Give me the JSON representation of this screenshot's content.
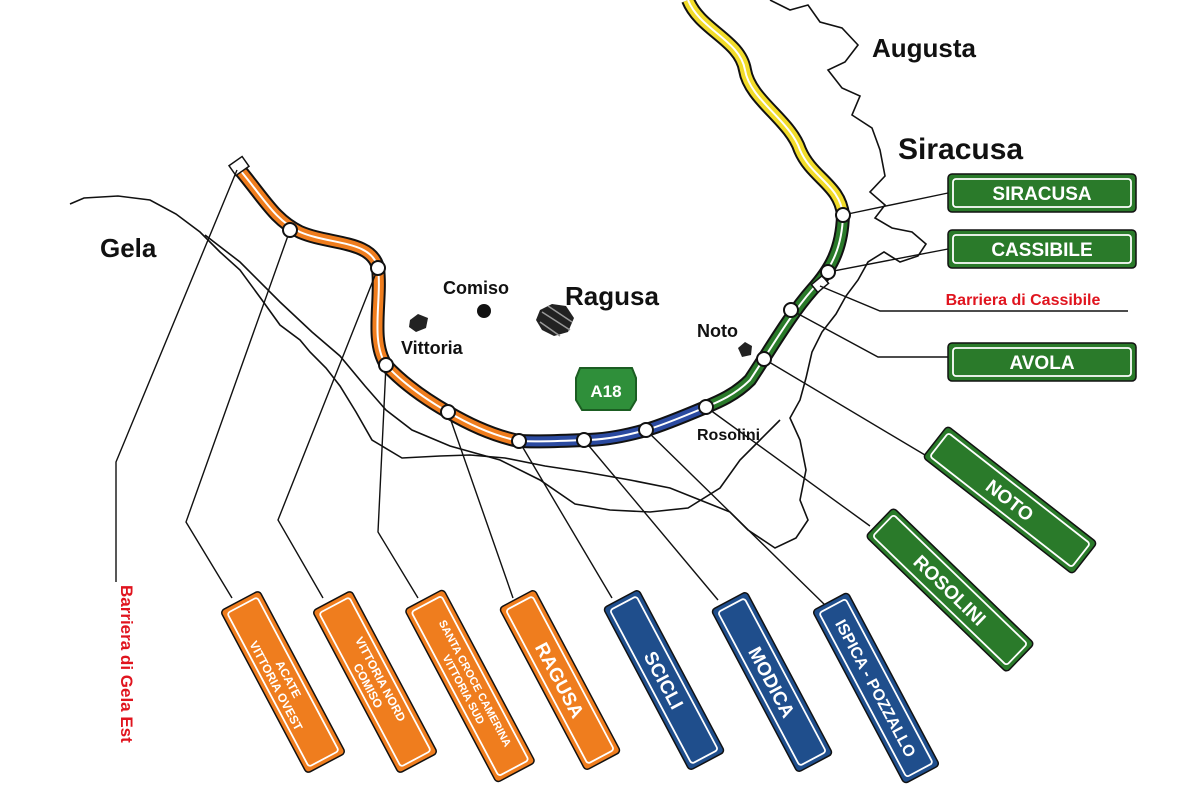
{
  "colors": {
    "orange": "#ef7d1e",
    "blue": "#1f4e8c",
    "green": "#2a7a2a",
    "yellow": "#f2dc2a",
    "barrier_red": "#e0141e",
    "shield_green": "#2f8f3a"
  },
  "shield": {
    "label": "A18"
  },
  "cities": {
    "augusta": "Augusta",
    "siracusa": "Siracusa",
    "gela": "Gela",
    "comiso": "Comiso",
    "ragusa": "Ragusa",
    "vittoria": "Vittoria",
    "noto": "Noto",
    "rosolini": "Rosolini"
  },
  "barriers": {
    "cassibile": "Barriera di Cassibile",
    "gela_est": "Barriera di Gela Est"
  },
  "signs": {
    "siracusa": {
      "lines": [
        "SIRACUSA"
      ],
      "color": "green"
    },
    "cassibile": {
      "lines": [
        "CASSIBILE"
      ],
      "color": "green"
    },
    "avola": {
      "lines": [
        "AVOLA"
      ],
      "color": "green"
    },
    "noto": {
      "lines": [
        "NOTO"
      ],
      "color": "green"
    },
    "rosolini": {
      "lines": [
        "ROSOLINI"
      ],
      "color": "green"
    },
    "ispica": {
      "lines": [
        "ISPICA - POZZALLO"
      ],
      "color": "blue"
    },
    "modica": {
      "lines": [
        "MODICA"
      ],
      "color": "blue"
    },
    "scicli": {
      "lines": [
        "SCICLI"
      ],
      "color": "blue"
    },
    "ragusa": {
      "lines": [
        "RAGUSA"
      ],
      "color": "orange"
    },
    "santa_croce": {
      "lines": [
        "SANTA CROCE CAMERINA",
        "VITTORIA SUD"
      ],
      "color": "orange"
    },
    "vittoria_nord": {
      "lines": [
        "VITTORIA NORD",
        "COMISO"
      ],
      "color": "orange"
    },
    "acate": {
      "lines": [
        "ACATE",
        "VITTORIA OVEST"
      ],
      "color": "orange"
    }
  }
}
